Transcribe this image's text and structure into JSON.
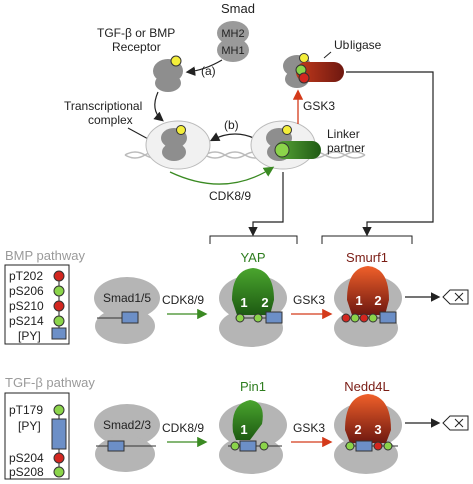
{
  "top": {
    "smad_label": "Smad",
    "mh2": "MH2",
    "mh1": "MH1",
    "receptor_line1": "TGF-β or BMP",
    "receptor_line2": "Receptor",
    "step_a": "(a)",
    "step_b": "(b)",
    "transcriptional_line1": "Transcriptional",
    "transcriptional_line2": "complex",
    "ubligase_line1": "Ub",
    "ubligase_line2": "ligase",
    "gsk3": "GSK3",
    "linker_line1": "Linker",
    "linker_line2": "partner",
    "cdk": "CDK8/9"
  },
  "bmp": {
    "pathway_title": "BMP pathway",
    "legend": [
      "pT202",
      "pS206",
      "pS210",
      "pS214",
      "[PY]"
    ],
    "smad": "Smad1/5",
    "kinase1": "CDK8/9",
    "partner": "YAP",
    "partner_site1": "1",
    "partner_site2": "2",
    "kinase2": "GSK3",
    "ligase": "Smurf1",
    "ligase_site1": "1",
    "ligase_site2": "2"
  },
  "tgfb": {
    "pathway_title": "TGF-β pathway",
    "legend": [
      "pT179",
      "[PY]",
      "pS204",
      "pS208"
    ],
    "smad": "Smad2/3",
    "kinase1": "CDK8/9",
    "partner": "Pin1",
    "partner_site1": "1",
    "kinase2": "GSK3",
    "ligase": "Nedd4L",
    "ligase_site1": "2",
    "ligase_site2": "3"
  },
  "colors": {
    "phospho_green": "#8bd44a",
    "phospho_red": "#d3261f",
    "yap_green": "#2e7d1f",
    "ligase_orange": "#e8461a",
    "ligase_dark": "#7a1c14",
    "smad_gray": "#8e8e8e",
    "pathway_title_gray": "#9a9a9a",
    "py_box": "#6c8fc7"
  }
}
